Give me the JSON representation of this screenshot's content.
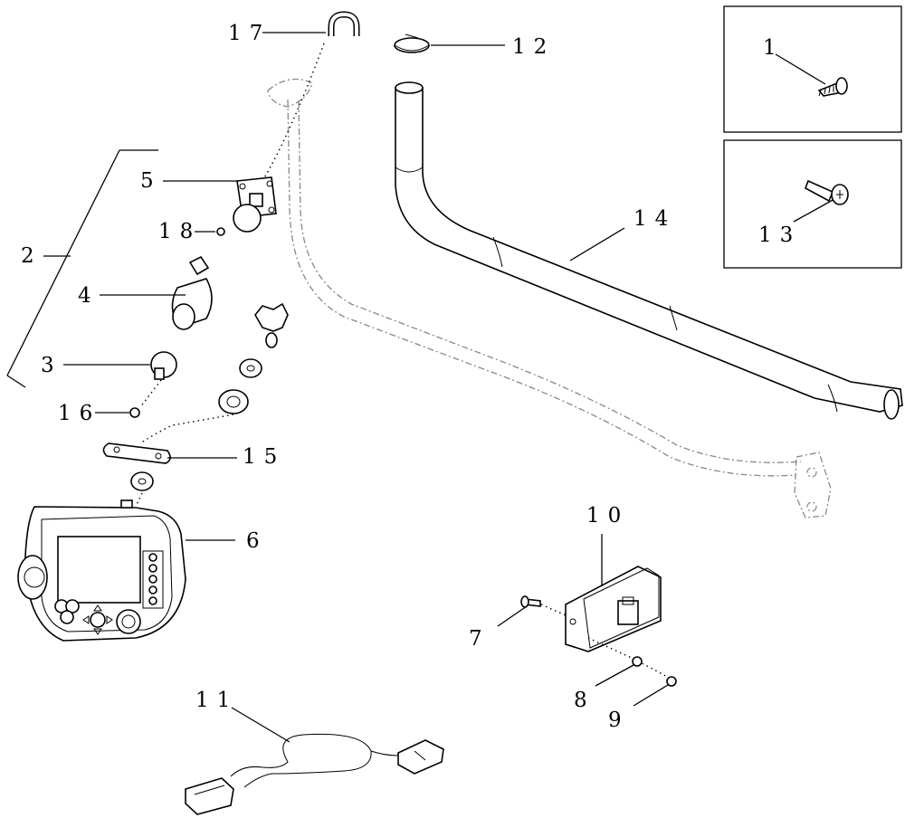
{
  "callouts": {
    "c1": "1",
    "c2": "2",
    "c3": "3",
    "c4": "4",
    "c5": "5",
    "c6": "6",
    "c7": "7",
    "c8": "8",
    "c9": "9",
    "c10": "10",
    "c11": "11",
    "c12": "12",
    "c13": "13",
    "c14": "14",
    "c15": "15",
    "c16": "16",
    "c17": "17",
    "c18": "18"
  },
  "icons": {
    "screw_inset": "self-tapping-screw-icon",
    "bolt_inset": "phillips-bolt-icon",
    "display": "display-monitor-icon",
    "harness": "wire-harness-icon",
    "module": "control-module-icon"
  }
}
